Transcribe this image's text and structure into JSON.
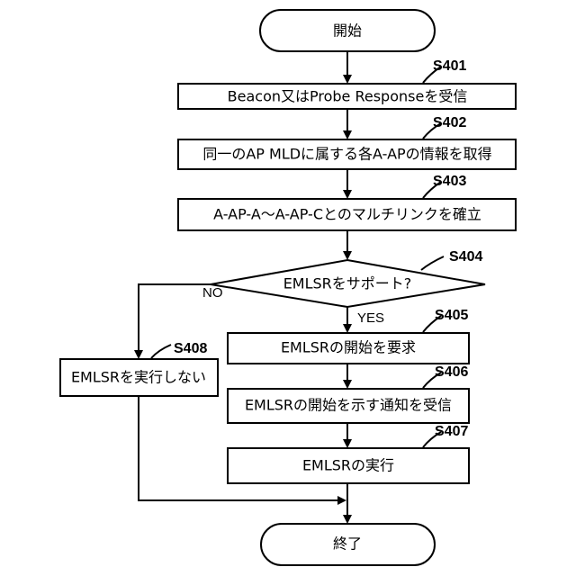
{
  "flowchart": {
    "start": {
      "label": "開始"
    },
    "end": {
      "label": "終了"
    },
    "steps": {
      "s401": {
        "id": "S401",
        "label": "Beacon又はProbe Responseを受信"
      },
      "s402": {
        "id": "S402",
        "label": "同一のAP MLDに属する各A-APの情報を取得"
      },
      "s403": {
        "id": "S403",
        "label": "A-AP-A～A-AP-Cとのマルチリンクを確立"
      },
      "s404": {
        "id": "S404",
        "label": "EMLSRをサポート?"
      },
      "s405": {
        "id": "S405",
        "label": "EMLSRの開始を要求"
      },
      "s406": {
        "id": "S406",
        "label": "EMLSRの開始を示す通知を受信"
      },
      "s407": {
        "id": "S407",
        "label": "EMLSRの実行"
      },
      "s408": {
        "id": "S408",
        "label": "EMLSRを実行しない"
      }
    },
    "branches": {
      "yes": "YES",
      "no": "NO"
    }
  }
}
